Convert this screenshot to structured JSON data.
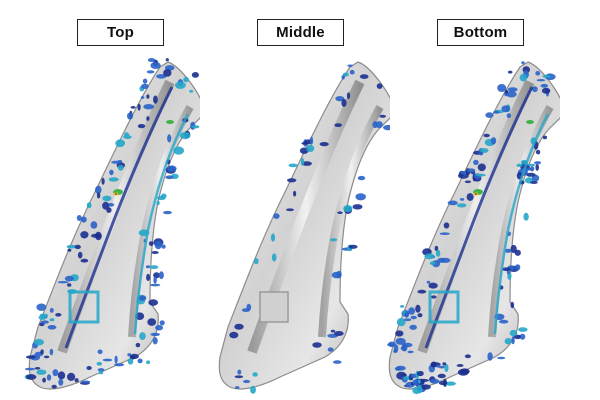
{
  "labels": {
    "top": "Top",
    "middle": "Middle",
    "bottom": "Bottom"
  },
  "colors": {
    "part_light": "#e8e8e8",
    "part_mid": "#b9b9b9",
    "part_dark": "#7d7d7d",
    "spot_dark_blue": "#1b2f8f",
    "spot_blue": "#2a63c9",
    "spot_cyan": "#25a6c9",
    "spot_green": "#3fb34a",
    "spot_yellow": "#d8d424",
    "spot_red": "#d9431f"
  },
  "parts": [
    {
      "label": "Top",
      "color_density": "high"
    },
    {
      "label": "Middle",
      "color_density": "low"
    },
    {
      "label": "Bottom",
      "color_density": "high"
    }
  ]
}
